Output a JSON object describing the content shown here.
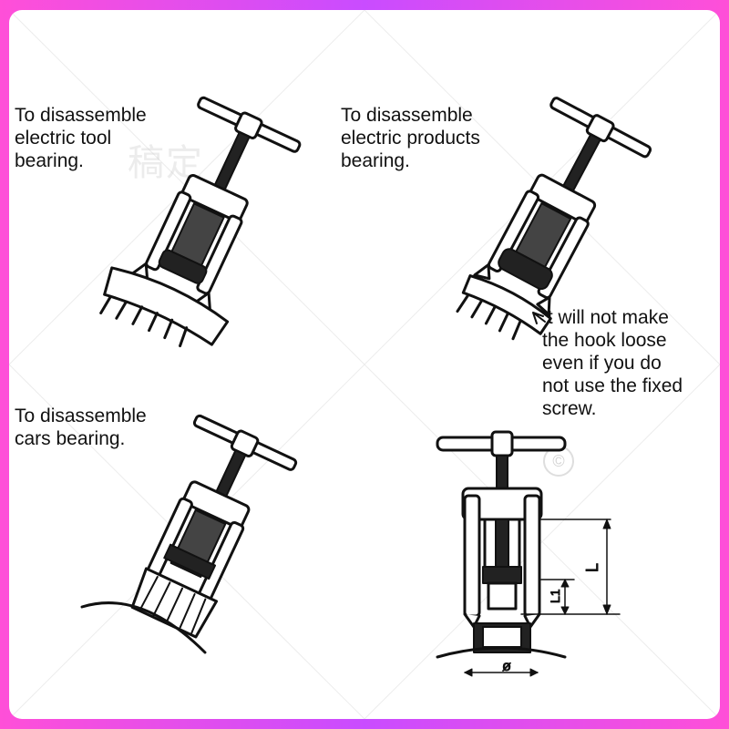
{
  "captions": {
    "electric_tool": "To disassemble\nelectric tool\nbearing.",
    "electric_products": "To disassemble\nelectric products\nbearing.",
    "cars": "To disassemble\ncars bearing.",
    "hook_note": "It will not make\nthe hook loose\neven if you do\nnot use the fixed\nscrew."
  },
  "dimensions": {
    "length": "L",
    "length_small": "L1",
    "diameter": "ø"
  },
  "watermark": {
    "text": "稿定",
    "symbol": "©"
  },
  "colors": {
    "frame": "#ff4fd8",
    "line": "#111111",
    "background": "#ffffff"
  }
}
